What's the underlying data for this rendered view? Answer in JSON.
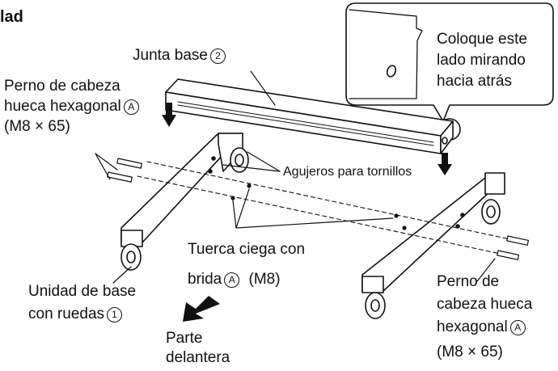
{
  "heading_fragment": "lad",
  "callout": {
    "lines": [
      "Coloque este",
      "lado mirando",
      "hacia atrás"
    ]
  },
  "labels": {
    "junta_base": "Junta base",
    "junta_base_num": "2",
    "perno_top": [
      "Perno de cabeza",
      "hueca hexagonal"
    ],
    "perno_top_mark": "A",
    "perno_top_size": "(M8 × 65)",
    "agujeros": "Agujeros para tornillos",
    "tuerca_line1": "Tuerca ciega con",
    "tuerca_line2": "brida",
    "tuerca_mark": "A",
    "tuerca_size": "(M8)",
    "unidad": [
      "Unidad de base",
      "con ruedas"
    ],
    "unidad_num": "1",
    "parte": [
      "Parte",
      "delantera"
    ],
    "perno_right": [
      "Perno de",
      "cabeza hueca",
      "hexagonal"
    ],
    "perno_right_mark": "A",
    "perno_right_size": "(M8 × 65)"
  }
}
